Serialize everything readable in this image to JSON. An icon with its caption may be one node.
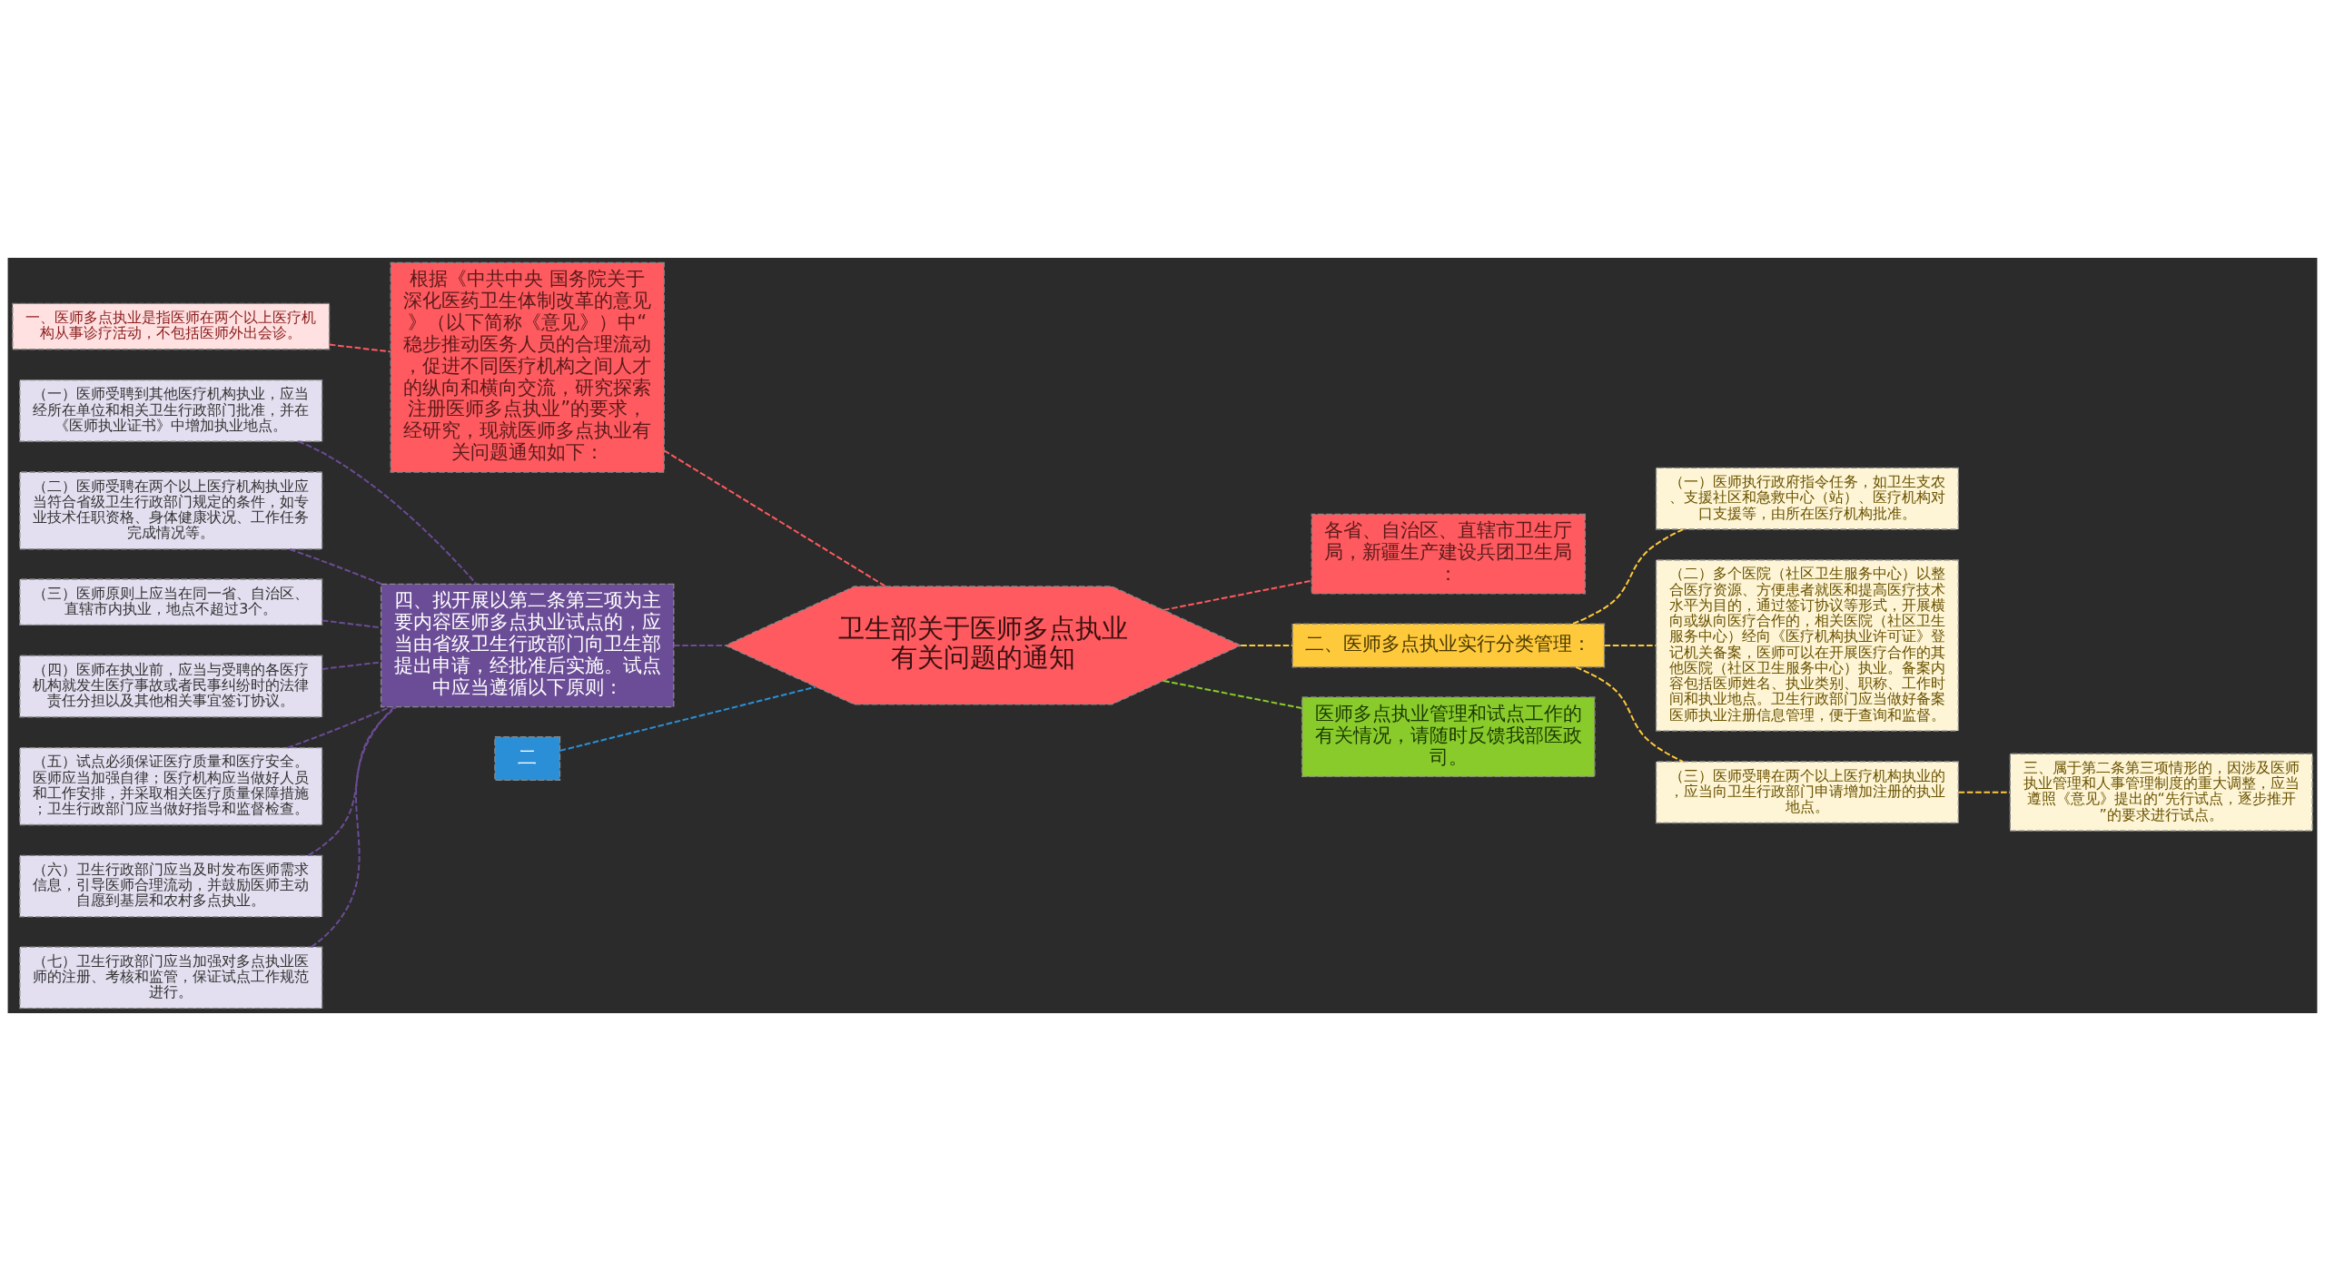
{
  "diagram": {
    "nodes": [
      {
        "text": [
          "卫生部关于医师多点执业有关问题的通知"
        ]
      },
      {
        "text": [
          "根据《中共中央 国务院关于深化医药卫生体制改革的意见》（以下简称《意见》）中“稳步推动医务人员的合理流动，促进不同医疗机构之间人才的纵向和横向交流，研究探索注册医师多点执业”的要求，经研究，现就医师多点执业有关问题通知如下："
        ]
      },
      {
        "text": [
          "一、医师多点执业是指医师在两个以上医疗机构从事诊疗活动，不包括医师外出会诊。"
        ]
      },
      {
        "text": [
          "四、拟开展以第二条第三项为主要内容医师多点执业试点的，应当由省级卫生行政部门向卫生部提出申请，经批准后实施。试点中应当遵循以下原则："
        ]
      },
      {
        "text": [
          "（一）医师受聘到其他医疗机构执业，应当经所在单位和相关卫生行政部门批准，并在《医师执业证书》中增加执业地点。"
        ]
      },
      {
        "text": [
          "（二）医师受聘在两个以上医疗机构执业应当符合省级卫生行政部门规定的条件，如专业技术任职资格、身体健康状况、工作任务完成情况等。"
        ]
      },
      {
        "text": [
          "（三）医师原则上应当在同一省、自治区、直辖市内执业，地点不超过3个。"
        ]
      },
      {
        "text": [
          "（四）医师在执业前，应当与受聘的各医疗机构就发生医疗事故或者民事纠纷时的法律责任分担以及其他相关事宜签订协议。"
        ]
      },
      {
        "text": [
          "（五）试点必须保证医疗质量和医疗安全。医师应当加强自律；医疗机构应当做好人员和工作安排，并采取相关医疗质量保障措施；卫生行政部门应当做好指导和监督检查。"
        ]
      },
      {
        "text": [
          "（六）卫生行政部门应当及时发布医师需求信息，引导医师合理流动，并鼓励医师主动自愿到基层和农村多点执业。"
        ]
      },
      {
        "text": [
          "（七）卫生行政部门应当加强对多点执业医师的注册、考核和监管，保证试点工作规范进行。"
        ]
      },
      {
        "text": [
          "二"
        ]
      },
      {
        "text": [
          "各省、自治区、直辖市卫生厅局，新疆生产建设兵团卫生局："
        ]
      },
      {
        "text": [
          "二、医师多点执业实行分类管理："
        ]
      },
      {
        "text": [
          "（一）医师执行政府指令任务，如卫生支农、支援社区和急救中心（站）、医疗机构对口支援等，由所在医疗机构批准。"
        ]
      },
      {
        "text": [
          "（二）多个医院（社区卫生服务中心）以整合医疗资源、方便患者就医和提高医疗技术水平为目的，通过签订协议等形式，开展横向或纵向医疗合作的，相关医院（社区卫生服务中心）经向《医疗机构执业许可证》登记机关备案，医师可以在开展医疗合作的其他医院（社区卫生服务中心）执业。备案内容包括医师姓名、执业类别、职称、工作时间和执业地点。卫生行政部门应当做好备案医师执业注册信息管理，便于查询和监督。"
        ]
      },
      {
        "text": [
          "（三）医师受聘在两个以上医疗机构执业的，应当向卫生行政部门申请增加注册的执业地点。"
        ]
      },
      {
        "text": [
          "三、属于第二条第三项情形的，因涉及医师执业管理和人事管理制度的重大调整，应当遵照《意见》提出的“先行试点，逐步推开”的要求进行试点。"
        ]
      },
      {
        "text": [
          "医师多点执业管理和试点工作的有关情况，请随时反馈我部医政司。"
        ]
      }
    ],
    "edges": [
      {
        "from": 0,
        "to": 1,
        "arrow": "none",
        "style": "dashed",
        "color": "#ff5a5f"
      },
      {
        "from": 1,
        "to": 2,
        "arrow": "none",
        "style": "dashed",
        "color": "#ff5a5f"
      },
      {
        "from": 0,
        "to": 3,
        "arrow": "none",
        "style": "dashed"
      },
      {
        "from": 3,
        "to": 4,
        "arrow": "none",
        "style": "dashed"
      },
      {
        "from": 3,
        "to": 5,
        "arrow": "none",
        "style": "dashed"
      },
      {
        "from": 3,
        "to": 6,
        "arrow": "none",
        "style": "dashed"
      },
      {
        "from": 3,
        "to": 7,
        "arrow": "none",
        "style": "dashed"
      },
      {
        "from": 3,
        "to": 8,
        "arrow": "none",
        "style": "dashed"
      },
      {
        "from": 3,
        "to": 9,
        "arrow": "none",
        "style": "dashed"
      },
      {
        "from": 3,
        "to": 10,
        "arrow": "none",
        "style": "dashed"
      },
      {
        "from": 0,
        "to": 11,
        "arrow": "none",
        "style": "dashed",
        "color": "#2a8fd6"
      },
      {
        "from": 0,
        "to": 12,
        "arrow": "none",
        "style": "dashed",
        "color": "#ff5a5f"
      },
      {
        "from": 0,
        "to": 13,
        "arrow": "none",
        "style": "dashed",
        "color": "#ffc93c"
      },
      {
        "from": 13,
        "to": 14,
        "arrow": "none",
        "style": "dashed",
        "color": "#ffc93c"
      },
      {
        "from": 13,
        "to": 15,
        "arrow": "none",
        "style": "dashed",
        "color": "#ffc93c"
      },
      {
        "from": 13,
        "to": 16,
        "arrow": "none",
        "style": "dashed",
        "color": "#ffc93c"
      },
      {
        "from": 16,
        "to": 17,
        "arrow": "none",
        "style": "dashed",
        "color": "#ffc93c"
      },
      {
        "from": 0,
        "to": 18,
        "arrow": "none",
        "style": "dashed",
        "color": "#8acb2c"
      }
    ]
  }
}
